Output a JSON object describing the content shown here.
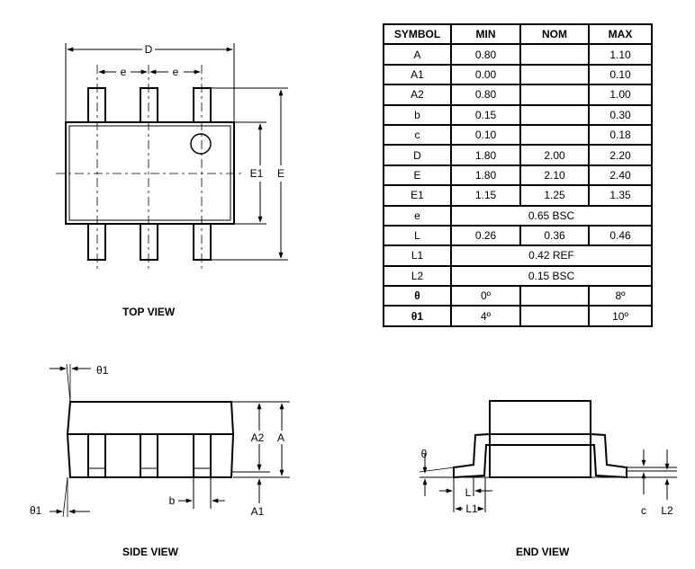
{
  "views": {
    "top": "TOP VIEW",
    "side": "SIDE VIEW",
    "end": "END VIEW"
  },
  "labels": {
    "D": "D",
    "e": "e",
    "E1": "E1",
    "E": "E",
    "theta1": "θ1",
    "A2": "A2",
    "A": "A",
    "b": "b",
    "A1": "A1",
    "theta": "θ",
    "L": "L",
    "L1": "L1",
    "c": "c",
    "L2": "L2"
  },
  "table": {
    "headers": [
      "SYMBOL",
      "MIN",
      "NOM",
      "MAX"
    ],
    "rows": [
      {
        "symbol": "A",
        "min": "0.80",
        "nom": "",
        "max": "1.10"
      },
      {
        "symbol": "A1",
        "min": "0.00",
        "nom": "",
        "max": "0.10"
      },
      {
        "symbol": "A2",
        "min": "0.80",
        "nom": "",
        "max": "1.00"
      },
      {
        "symbol": "b",
        "min": "0.15",
        "nom": "",
        "max": "0.30"
      },
      {
        "symbol": "c",
        "min": "0.10",
        "nom": "",
        "max": "0.18"
      },
      {
        "symbol": "D",
        "min": "1.80",
        "nom": "2.00",
        "max": "2.20"
      },
      {
        "symbol": "E",
        "min": "1.80",
        "nom": "2.10",
        "max": "2.40"
      },
      {
        "symbol": "E1",
        "min": "1.15",
        "nom": "1.25",
        "max": "1.35"
      },
      {
        "symbol": "e",
        "span": "0.65 BSC"
      },
      {
        "symbol": "L",
        "min": "0.26",
        "nom": "0.36",
        "max": "0.46"
      },
      {
        "symbol": "L1",
        "span": "0.42 REF"
      },
      {
        "symbol": "L2",
        "span": "0.15 BSC"
      },
      {
        "symbol": "θ",
        "min": "0º",
        "nom": "",
        "max": "8º"
      },
      {
        "symbol": "θ1",
        "min": "4º",
        "nom": "",
        "max": "10º"
      }
    ]
  }
}
